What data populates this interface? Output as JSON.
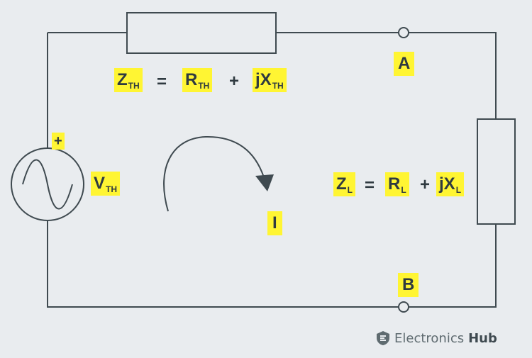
{
  "zth_eq": {
    "z": "Z",
    "z_sub": "TH",
    "eq": "=",
    "r": "R",
    "r_sub": "TH",
    "plus": "+",
    "x": "jX",
    "x_sub": "TH"
  },
  "zl_eq": {
    "z": "Z",
    "z_sub": "L",
    "eq": "=",
    "r": "R",
    "r_sub": "L",
    "plus": "+",
    "x": "jX",
    "x_sub": "L"
  },
  "source": {
    "plus": "+",
    "v": "V",
    "v_sub": "TH"
  },
  "current": "I",
  "terminals": {
    "a": "A",
    "b": "B"
  },
  "brand": {
    "name": "Electronics",
    "bold": "Hub"
  },
  "colors": {
    "highlight": "#fff533",
    "wire": "#3f4a50",
    "background": "#e9ecef"
  }
}
